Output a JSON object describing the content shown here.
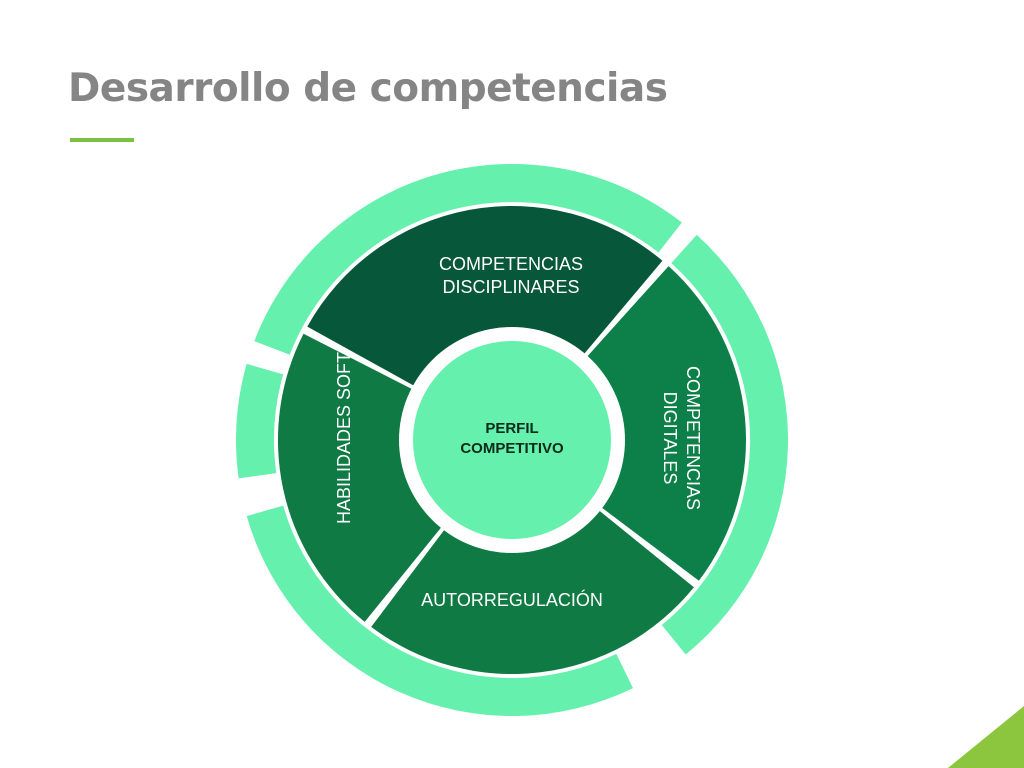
{
  "slide": {
    "title": "Desarrollo de competencias"
  },
  "diagram": {
    "center": {
      "line1": "PERFIL",
      "line2": "COMPETITIVO"
    },
    "segments": [
      {
        "id": "disciplinares",
        "line1": "COMPETENCIAS",
        "line2": "DISCIPLINARES"
      },
      {
        "id": "digitales",
        "line1": "COMPETENCIAS",
        "line2": "DIGITALES"
      },
      {
        "id": "autorregulacion",
        "line1": "AUTORREGULACIÓN"
      },
      {
        "id": "soft",
        "line1": "HABILIDADES SOFT"
      }
    ]
  },
  "colors": {
    "title": "#858585",
    "accent_green": "#7ac143",
    "light_mint": "#66f0ae",
    "dark_green": "#07573a",
    "mid_green": "#0d8049",
    "medium_green": "#0f7a44",
    "corner_green": "#8cc63f"
  }
}
